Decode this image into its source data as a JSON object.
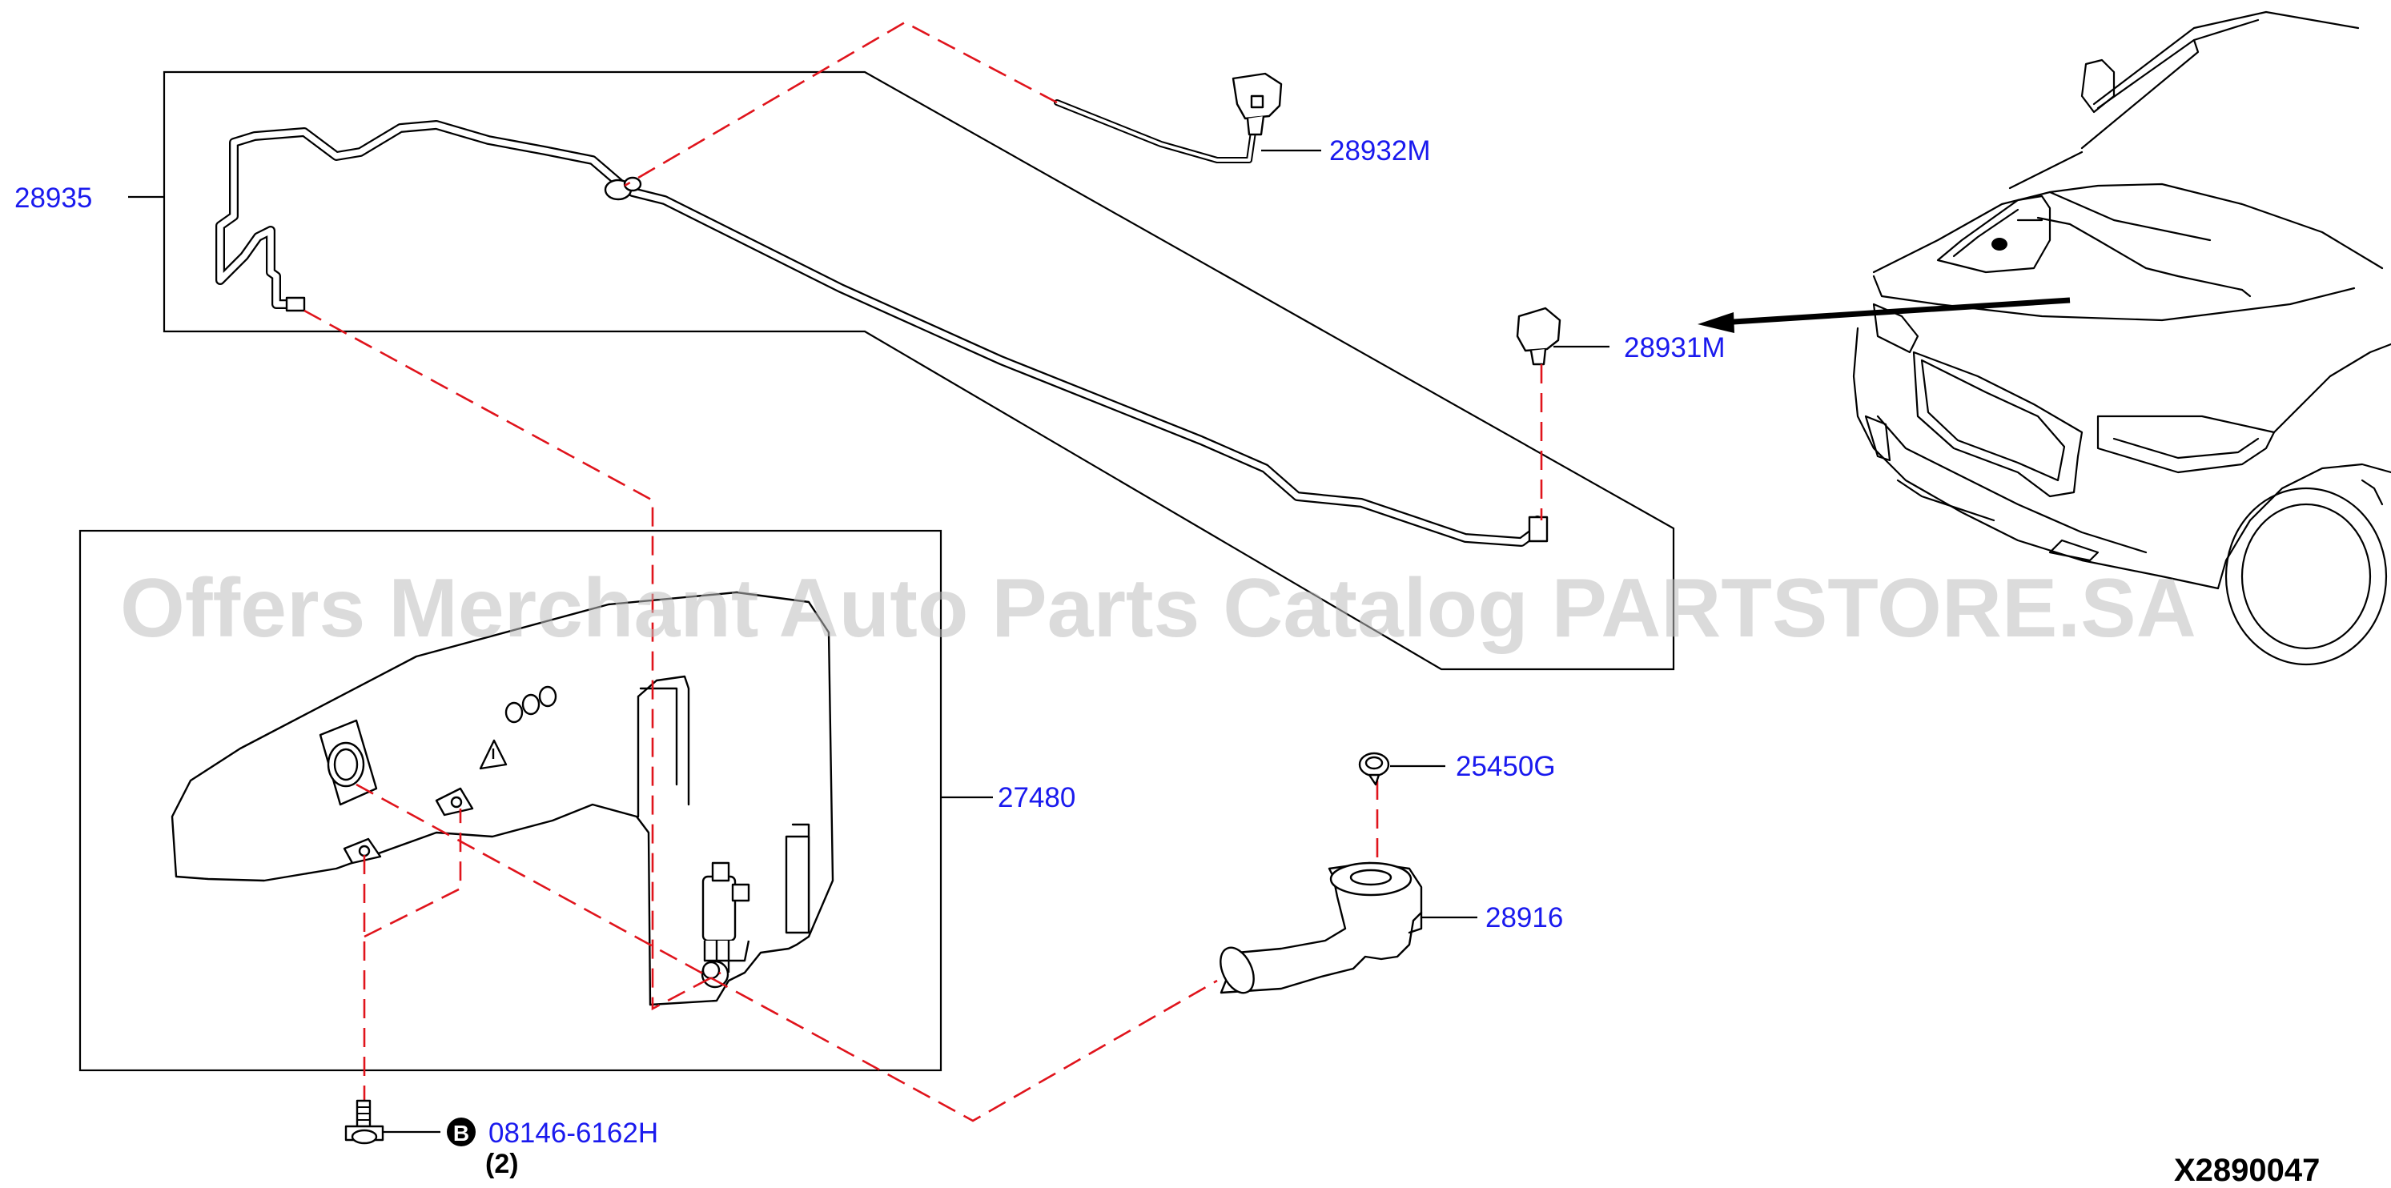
{
  "watermark": "Offers Merchant Auto Parts Catalog PARTSTORE.SA",
  "diagram_code": "X2890047",
  "parts": {
    "hose_assembly": "28935",
    "nozzle_left": "28932M",
    "nozzle_right": "28931M",
    "reservoir_tank": "27480",
    "cap": "25450G",
    "inlet_pipe": "28916",
    "bolt": "08146-6162H"
  },
  "bolt_callout_letter": "B",
  "bolt_quantity": "(2)",
  "colors": {
    "part_number": "#1a1aee",
    "assembly_line": "#e0141c",
    "watermark": "#bdbdbd"
  }
}
